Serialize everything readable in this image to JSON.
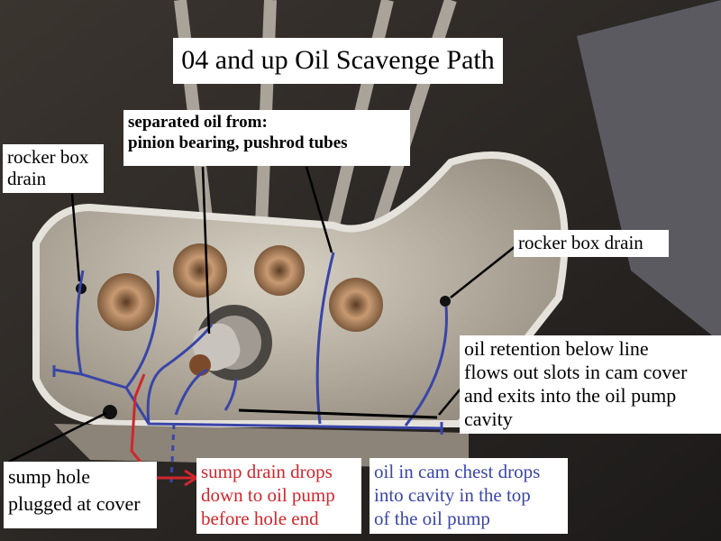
{
  "title": "04 and up Oil Scavenge Path",
  "labels": {
    "separated_oil": "separated oil from:\npinion bearing, pushrod tubes",
    "rocker_left": "rocker box\ndrain",
    "rocker_right": "rocker box drain",
    "oil_retention": "oil retention below line\nflows out slots in cam cover\nand exits into the oil pump\ncavity",
    "sump_hole": "sump hole\nplugged at cover",
    "sump_drain": "sump drain drops\ndown to oil pump\nbefore hole end",
    "cam_chest": "oil in cam chest drops\ninto cavity in the top\nof the oil pump"
  },
  "colors": {
    "red_path": "#d0262c",
    "blue_path": "#3a45a8",
    "black_line": "#000000"
  }
}
